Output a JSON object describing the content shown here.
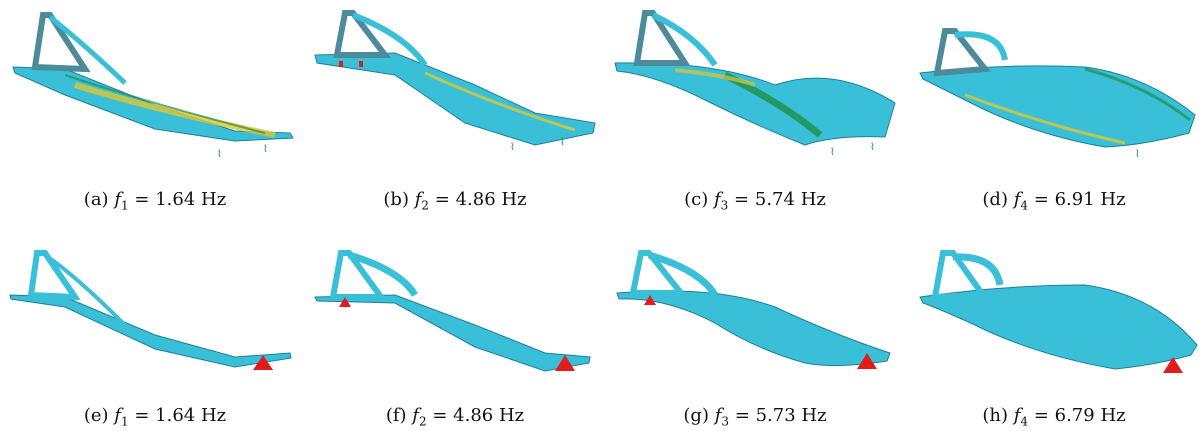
{
  "figure": {
    "panels": [
      {
        "tag": "(a)",
        "symbol": "f",
        "index": "1",
        "eq": "=",
        "value": "1.64",
        "unit": "Hz"
      },
      {
        "tag": "(b)",
        "symbol": "f",
        "index": "2",
        "eq": "=",
        "value": "4.86",
        "unit": "Hz"
      },
      {
        "tag": "(c)",
        "symbol": "f",
        "index": "3",
        "eq": "=",
        "value": "5.74",
        "unit": "Hz"
      },
      {
        "tag": "(d)",
        "symbol": "f",
        "index": "4",
        "eq": "=",
        "value": "6.91",
        "unit": "Hz"
      },
      {
        "tag": "(e)",
        "symbol": "f",
        "index": "1",
        "eq": "=",
        "value": "1.64",
        "unit": "Hz"
      },
      {
        "tag": "(f)",
        "symbol": "f",
        "index": "2",
        "eq": "=",
        "value": "4.86",
        "unit": "Hz"
      },
      {
        "tag": "(g)",
        "symbol": "f",
        "index": "3",
        "eq": "=",
        "value": "5.73",
        "unit": "Hz"
      },
      {
        "tag": "(h)",
        "symbol": "f",
        "index": "4",
        "eq": "=",
        "value": "6.79",
        "unit": "Hz"
      }
    ],
    "colors": {
      "deck": "#39c0d8",
      "deck_edge": "#1f7f9a",
      "strain_green": "#1e8f4a",
      "strain_yellow": "#e0c531",
      "support": "#e21b1b",
      "pylon": "#4d8a9a"
    }
  }
}
